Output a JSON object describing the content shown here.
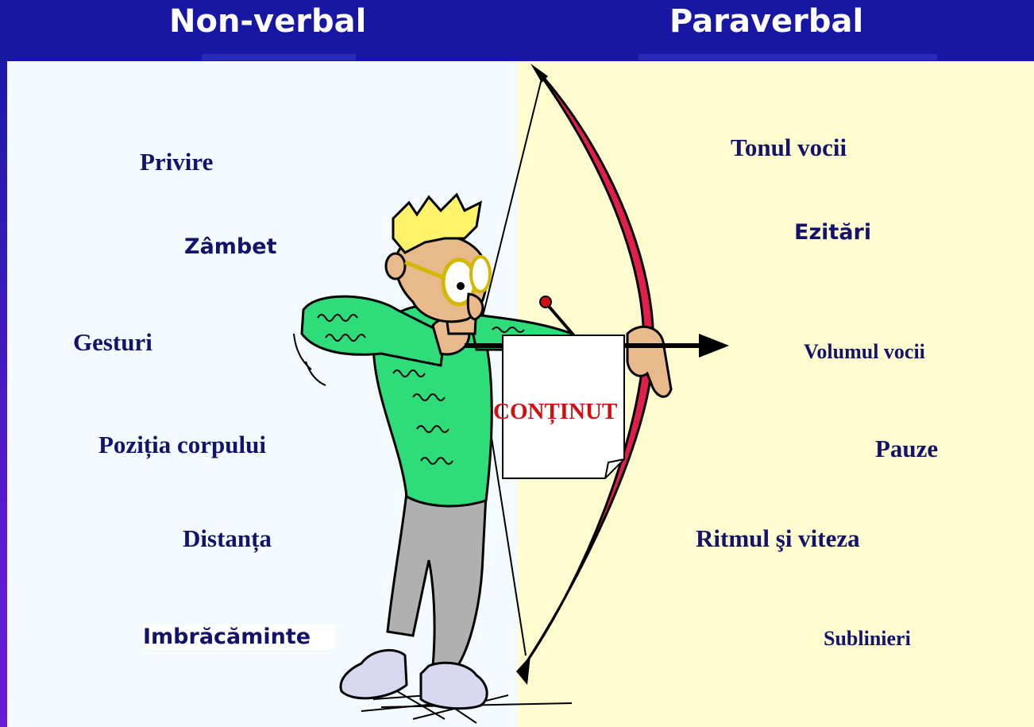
{
  "header": {
    "left_title": "Non-verbal",
    "right_title": "Paraverbal"
  },
  "nonverbal": {
    "privire": "Privire",
    "zambet": "Zâmbet",
    "gesturi": "Gesturi",
    "pozitia": "Poziția corpului",
    "distanta": "Distanța",
    "imbracaminte": "Imbrăcăminte"
  },
  "paraverbal": {
    "tonul": "Tonul vocii",
    "ezitari": "Ezitări",
    "volumul": "Volumul vocii",
    "pauze": "Pauze",
    "ritmul": "Ritmul şi viteza",
    "sublinieri": "Sublinieri"
  },
  "center_label": "CONȚINUT",
  "colors": {
    "header": "#1717a3",
    "text": "#13136b",
    "left_bg": "#f3fbfe",
    "right_bg": "#fffdd0",
    "bow": "#e0204a",
    "sweater": "#2edc7a",
    "label": "#d01010"
  }
}
